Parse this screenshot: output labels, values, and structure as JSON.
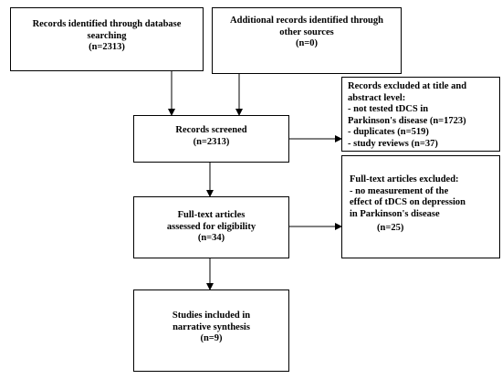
{
  "boxes": {
    "identified_db": {
      "lines": [
        "Records identified through database",
        "searching",
        "(n=2313)"
      ]
    },
    "identified_other": {
      "lines": [
        "Additional records identified through",
        "other sources",
        "(n=0)"
      ]
    },
    "screened": {
      "lines": [
        "Records screened",
        "(n=2313)"
      ]
    },
    "excluded_title": {
      "lines": [
        "Records excluded at title and",
        "abstract level:",
        "- not tested tDCS in",
        "Parkinson's disease  (n=1723)",
        "- duplicates (n=519)",
        "- study reviews (n=37)"
      ]
    },
    "fulltext_assessed": {
      "lines": [
        "Full-text articles",
        "assessed for eligibility",
        "(n=34)"
      ]
    },
    "fulltext_excluded": {
      "lines": [
        "Full-text articles excluded:",
        "- no measurement of the",
        "effect of tDCS on depression",
        "in Parkinson's disease",
        "(n=25)"
      ]
    },
    "included": {
      "lines": [
        "Studies included in",
        "narrative synthesis",
        "(n=9)"
      ]
    }
  }
}
